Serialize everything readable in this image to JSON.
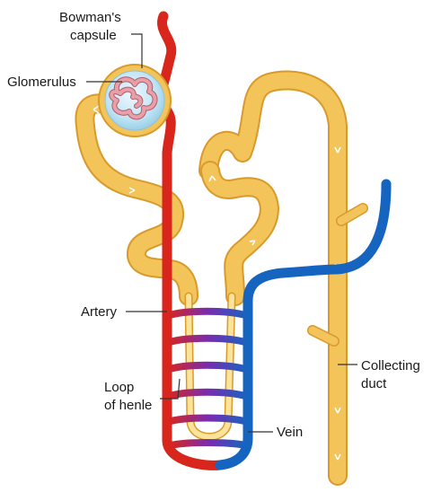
{
  "labels": {
    "bowmans_capsule_line1": "Bowman's",
    "bowmans_capsule_line2": "capsule",
    "glomerulus": "Glomerulus",
    "artery": "Artery",
    "loop_of_henle_line1": "Loop",
    "loop_of_henle_line2": "of henle",
    "vein": "Vein",
    "collecting_duct_line1": "Collecting",
    "collecting_duct_line2": "duct"
  },
  "colors": {
    "tubule": "#f3c45a",
    "tubule_edge": "#d99a2b",
    "tubule_highlight": "#fbe49a",
    "artery": "#d8261c",
    "vein": "#1565c0",
    "capillary_mix": "#7a2bb0",
    "capsule": "#bfe4f5",
    "glomerulus": "#e8a0a8"
  }
}
